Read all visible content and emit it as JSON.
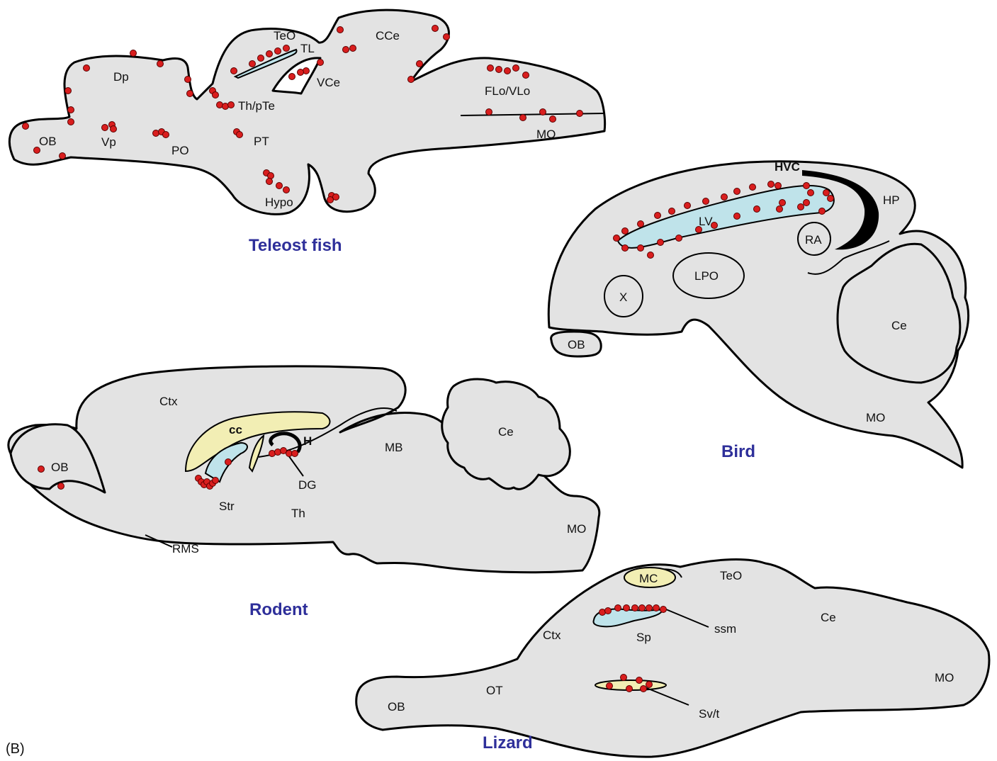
{
  "panel_label": "(B)",
  "colors": {
    "title": "#2e2f9a",
    "dot": "#d91e1e",
    "ventricle": "#bfe3ea",
    "tract": "#f2eeb4",
    "tissue": "#e3e3e3"
  },
  "fish": {
    "title": "Teleost fish",
    "labels": {
      "teo": "TeO",
      "tl": "TL",
      "cce": "CCe",
      "dp": "Dp",
      "vce": "VCe",
      "flo": "FLo/VLo",
      "thpte": "Th/pTe",
      "ob": "OB",
      "vp": "Vp",
      "po": "PO",
      "pt": "PT",
      "mo": "MO",
      "hypo": "Hypo"
    }
  },
  "bird": {
    "title": "Bird",
    "labels": {
      "hvc": "HVC",
      "hp": "HP",
      "lv": "LV",
      "ra": "RA",
      "lpo": "LPO",
      "x": "X",
      "ce": "Ce",
      "ob": "OB",
      "mo": "MO"
    }
  },
  "rodent": {
    "title": "Rodent",
    "labels": {
      "ctx": "Ctx",
      "cc": "cc",
      "h": "H",
      "mb": "MB",
      "ce": "Ce",
      "ob": "OB",
      "dg": "DG",
      "str": "Str",
      "th": "Th",
      "mo": "MO",
      "rms": "RMS"
    }
  },
  "lizard": {
    "title": "Lizard",
    "labels": {
      "mc": "MC",
      "teo": "TeO",
      "ce": "Ce",
      "ctx": "Ctx",
      "sp": "Sp",
      "ssm": "ssm",
      "mo": "MO",
      "ot": "OT",
      "ob": "OB",
      "svt": "Sv/t"
    }
  }
}
